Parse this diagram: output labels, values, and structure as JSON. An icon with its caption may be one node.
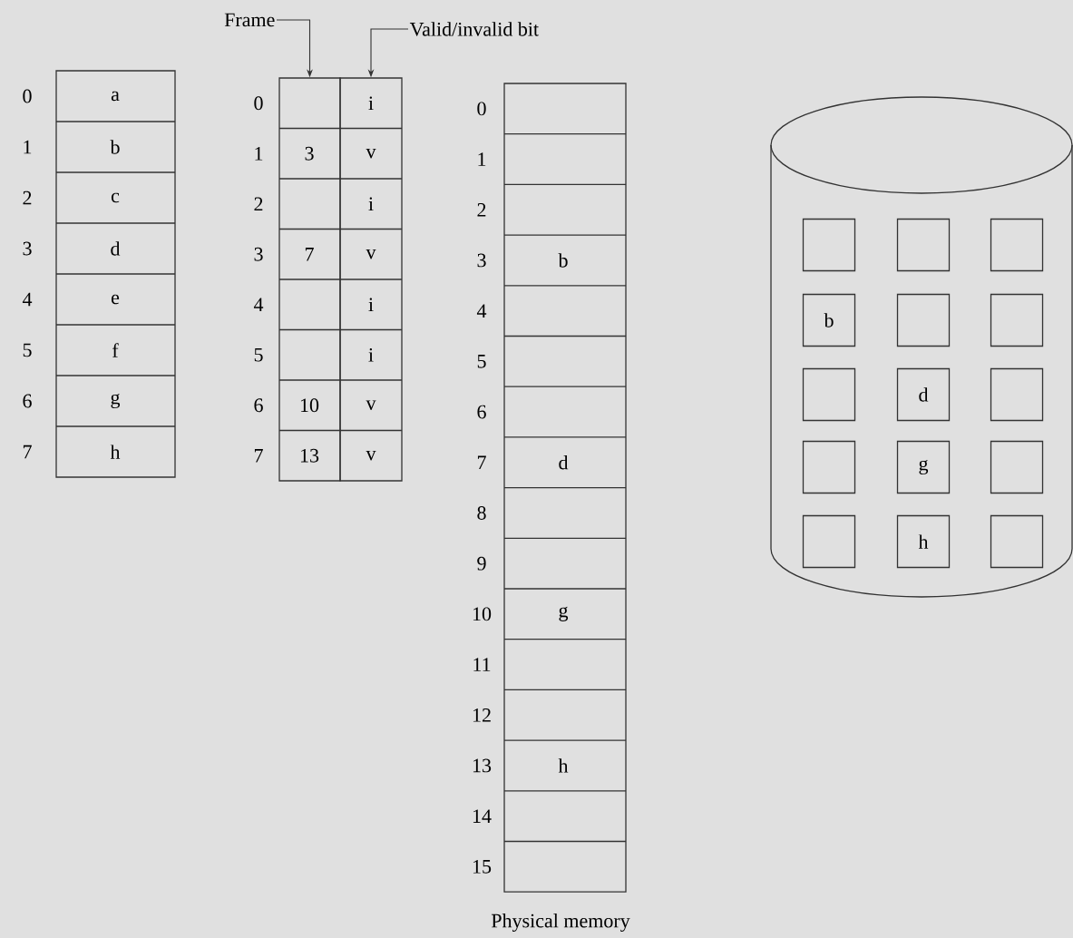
{
  "diagram": {
    "nodes": [
      {
        "text": [
          "Frame"
        ]
      },
      {
        "text": [
          "Valid/invalid bit"
        ]
      },
      {
        "text": [],
        "shape": "cylinder"
      },
      {
        "text": [],
        "shape": "box",
        "in": 2
      },
      {
        "text": [],
        "shape": "box",
        "in": 2
      },
      {
        "text": [],
        "shape": "box",
        "in": 2
      },
      {
        "text": [
          "b"
        ],
        "in": 2
      },
      {
        "text": [],
        "shape": "box",
        "in": 2
      },
      {
        "text": [],
        "shape": "box",
        "in": 2
      },
      {
        "text": [],
        "shape": "box",
        "in": 2
      },
      {
        "text": [
          "d"
        ],
        "in": 2
      },
      {
        "text": [],
        "shape": "box",
        "in": 2
      },
      {
        "text": [],
        "shape": "box",
        "in": 2
      },
      {
        "text": [
          "g"
        ],
        "in": 2
      },
      {
        "text": [],
        "shape": "box",
        "in": 2
      },
      {
        "text": [],
        "shape": "box",
        "in": 2
      },
      {
        "text": [
          "h"
        ],
        "in": 2
      },
      {
        "text": [],
        "shape": "box",
        "in": 2
      },
      {
        "text": [],
        "shape": "bar"
      },
      {
        "text": [],
        "shape": "bar"
      }
    ],
    "edges": [
      {
        "from": 0,
        "to": 18,
        "arrow": "to"
      },
      {
        "from": 1,
        "to": 19,
        "arrow": "to"
      }
    ],
    "labels": [
      "0",
      "a",
      "1",
      "b",
      "2",
      "c",
      "3",
      "d",
      "4",
      "e",
      "5",
      "f",
      "6",
      "g",
      "7",
      "h",
      "0",
      "i",
      "1",
      "3",
      "v",
      "2",
      "i",
      "3",
      "7",
      "v",
      "4",
      "i",
      "5",
      "i",
      "6",
      "10",
      "v",
      "7",
      "13",
      "v",
      "0",
      "1",
      "2",
      "3",
      "b",
      "4",
      "5",
      "6",
      "7",
      "d",
      "8",
      "9",
      "10",
      "g",
      "11",
      "12",
      "13",
      "h",
      "14",
      "15",
      "Physical memory"
    ]
  }
}
